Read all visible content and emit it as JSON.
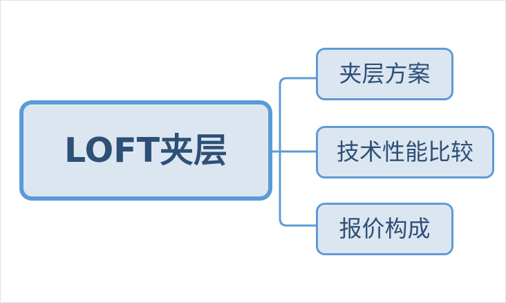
{
  "diagram": {
    "type": "mind-map-tree",
    "orientation": "left-to-right",
    "background_color": "#ffffff",
    "node_fill_color": "#dce6f1",
    "node_border_color": "#5b9bd5",
    "node_text_color": "#2e5077",
    "connector_color": "#5b9bd5",
    "root": {
      "label": "LOFT夹层"
    },
    "children": [
      {
        "label": "夹层方案"
      },
      {
        "label": "技术性能比较"
      },
      {
        "label": "报价构成"
      }
    ]
  }
}
